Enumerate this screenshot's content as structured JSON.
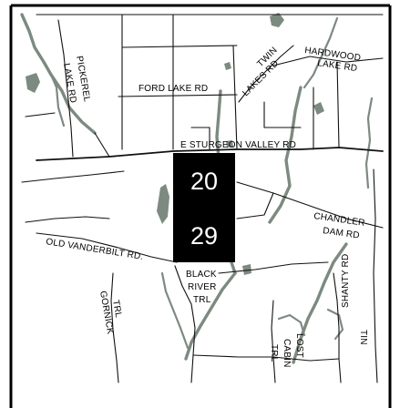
{
  "map": {
    "colors": {
      "road": "#111111",
      "water": "#7d8a80",
      "background": "#ffffff",
      "highlight_block": "#000000",
      "highlight_text": "#ffffff"
    },
    "highlight": {
      "top_number": "20",
      "bottom_number": "29"
    },
    "labels": {
      "hardwood_lake_rd_line1": "HARDWOOD",
      "hardwood_lake_rd_line2": "LAKE RD",
      "twin_lakes_rd_line1": "TWIN",
      "twin_lakes_rd_line2": "LAKES RD",
      "ford_lake_rd": "FORD LAKE RD",
      "pickerel_lake_rd_line1": "PICKEREL",
      "pickerel_lake_rd_line2": "LAKE RD",
      "e_sturgeon_valley_rd": "E STURGEON VALLEY RD",
      "chandler_dam_rd_line1": "CHANDLER",
      "chandler_dam_rd_line2": "DAM RD",
      "old_vanderbilt_rd": "OLD VANDERBILT RD.",
      "black_river_trl_line1": "BLACK",
      "black_river_trl_line2": "RIVER",
      "black_river_trl_line3": "TRL",
      "gornick_trl_line1": "GORNICK",
      "gornick_trl_line2": "TRL",
      "lost_cabin_trl_line1": "LOST",
      "lost_cabin_trl_line2": "CABIN",
      "lost_cabin_trl_line3": "TRL",
      "tin_shanty_rd_line1": "TIN",
      "tin_shanty_rd_line2": "SHANTY RD"
    }
  }
}
